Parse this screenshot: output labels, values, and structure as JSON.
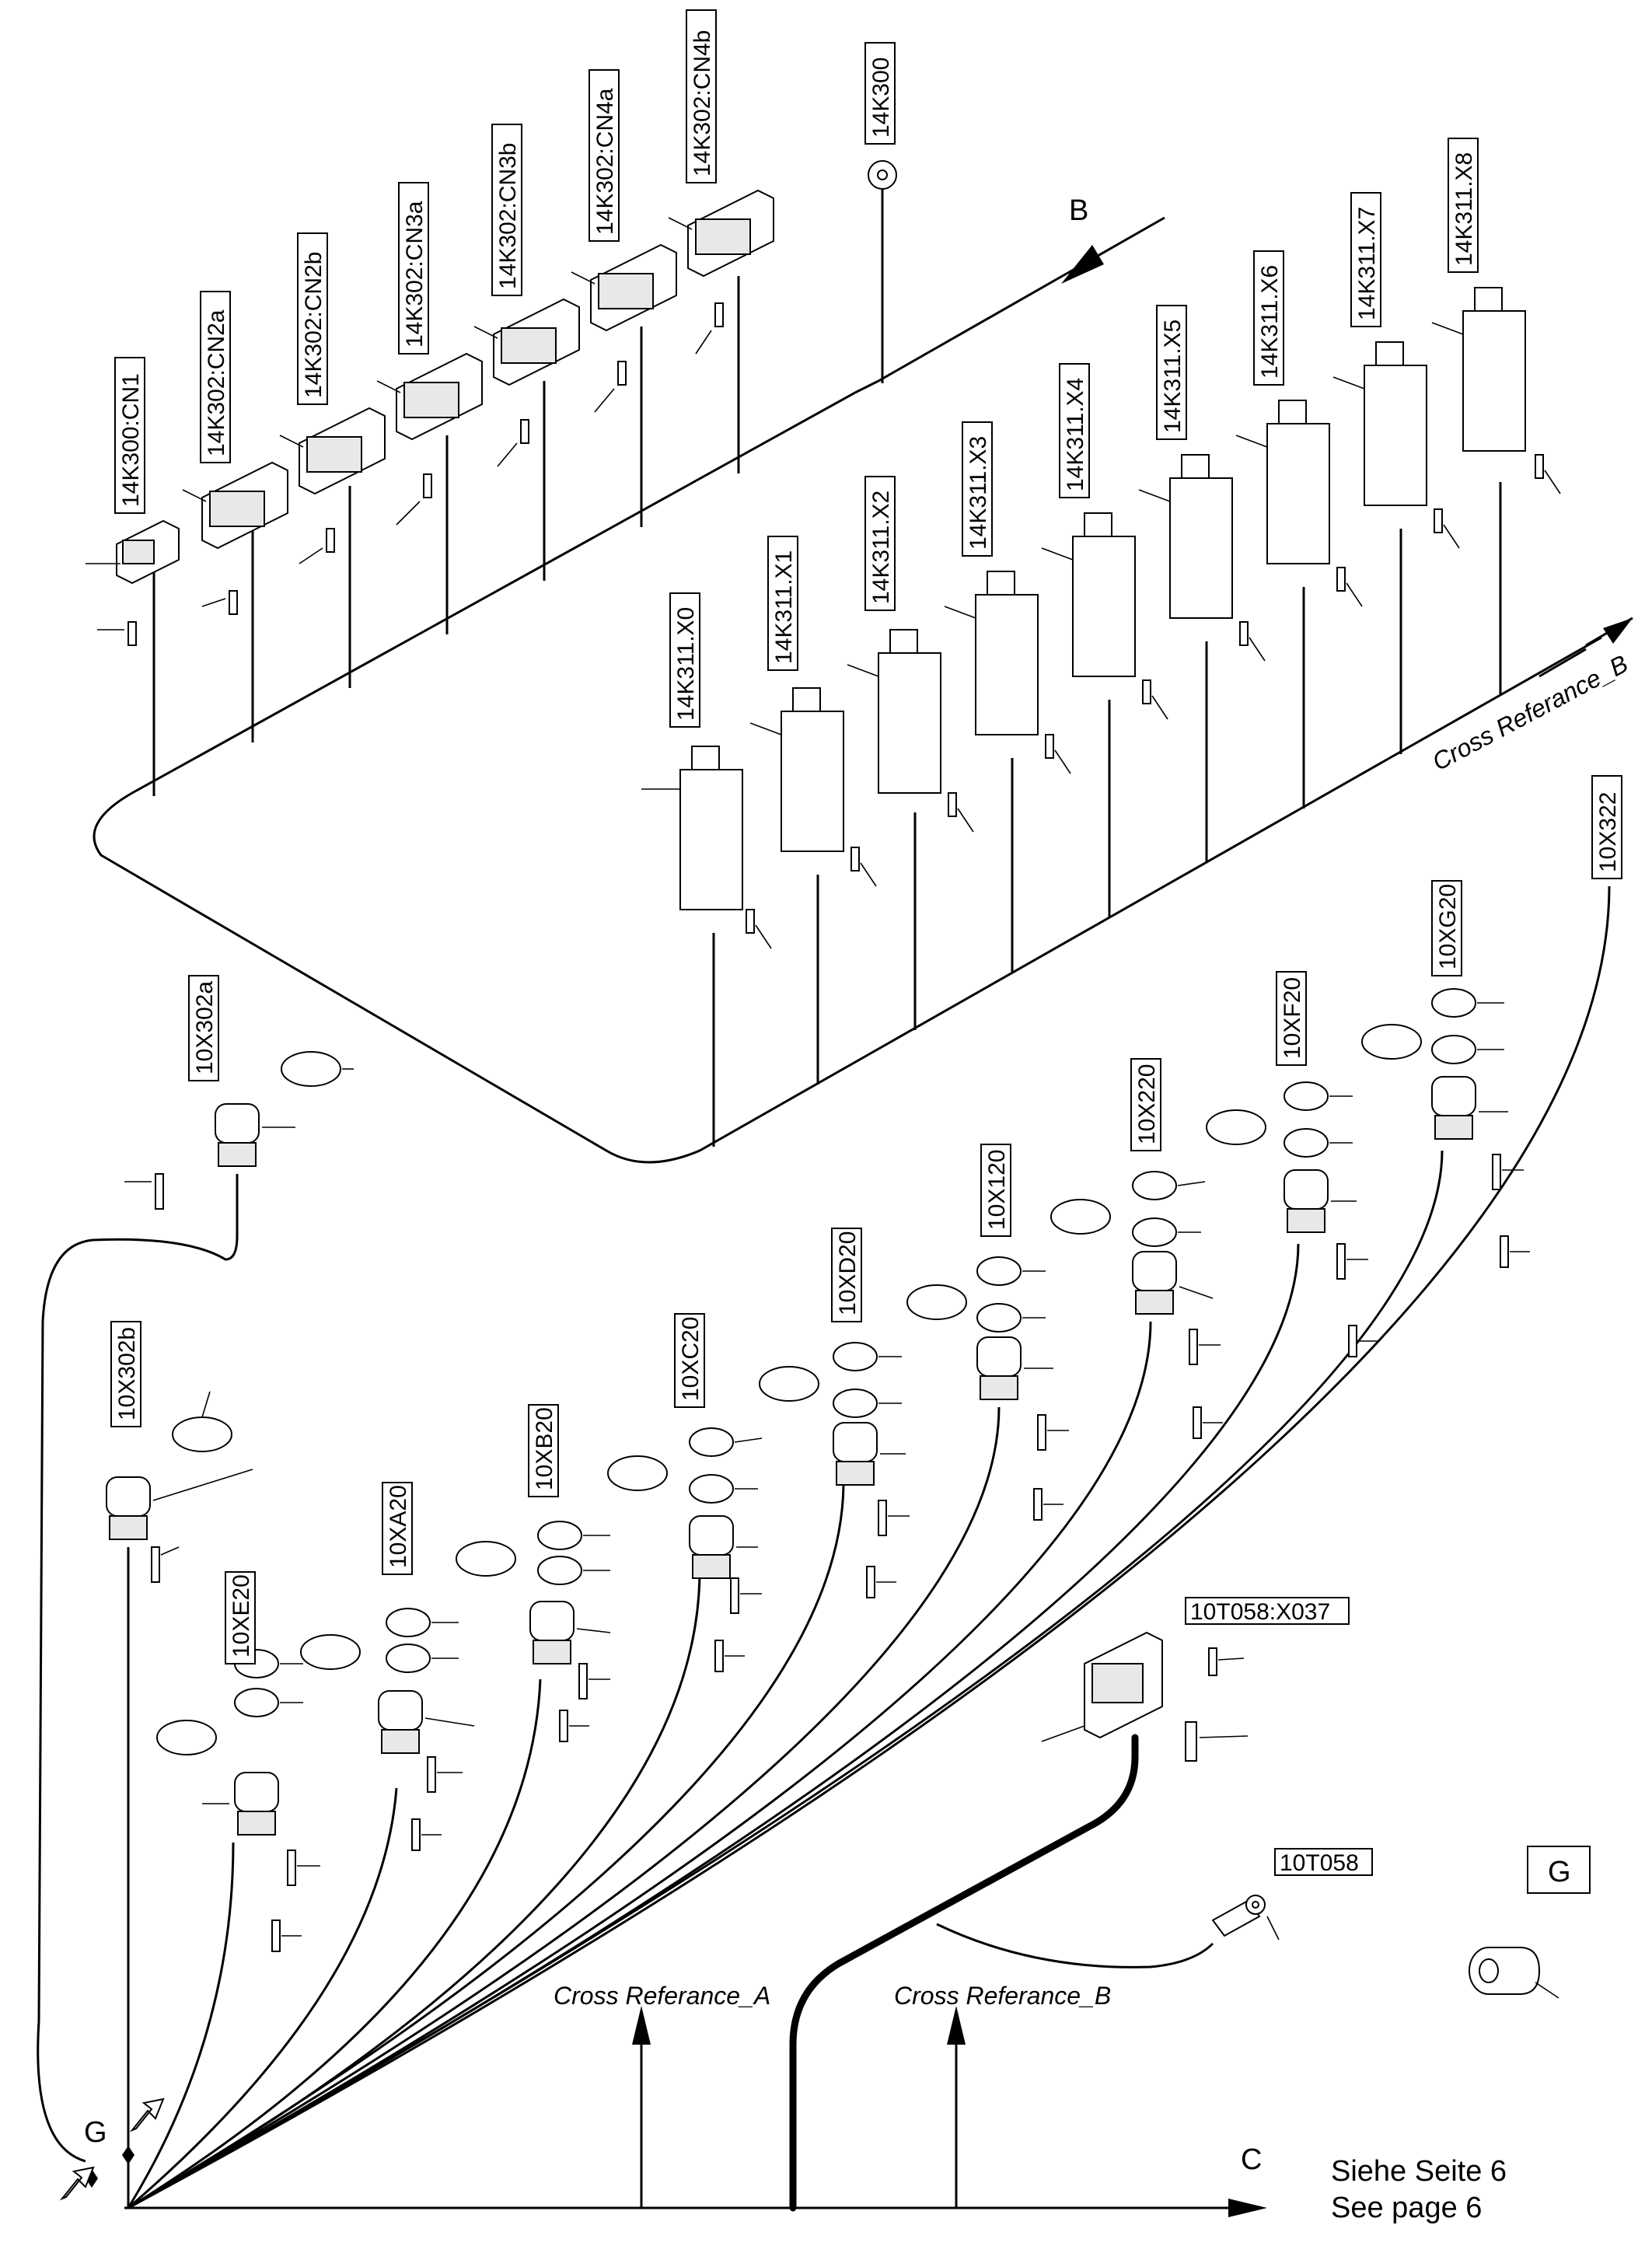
{
  "labels": {
    "cn1": "14K300:CN1",
    "cn2a": "14K302:CN2a",
    "cn2b": "14K302:CN2b",
    "cn3a": "14K302:CN3a",
    "cn3b": "14K302:CN3b",
    "cn4a": "14K302:CN4a",
    "cn4b": "14K302:CN4b",
    "k300": "14K300",
    "x0": "14K311.X0",
    "x1": "14K311.X1",
    "x2": "14K311.X2",
    "x3": "14K311.X3",
    "x4": "14K311.X4",
    "x5": "14K311.X5",
    "x6": "14K311.X6",
    "x7": "14K311.X7",
    "x8": "14K311.X8",
    "x302a": "10X302a",
    "x302b": "10X302b",
    "xe20": "10XE20",
    "xa20": "10XA20",
    "xb20": "10XB20",
    "xc20": "10XC20",
    "xd20": "10XD20",
    "x120": "10X120",
    "x220": "10X220",
    "xf20": "10XF20",
    "xg20": "10XG20",
    "x322": "10X322",
    "x037": "10T058:X037",
    "t058": "10T058",
    "g_box": "G"
  },
  "text": {
    "arrow_b": "B",
    "cross_ref_b_top": "Cross Referance_B",
    "cross_ref_a": "Cross Referance_A",
    "cross_ref_b": "Cross Referance_B",
    "arrow_c": "C",
    "g_marker": "G",
    "page_ref_de": "Siehe Seite 6",
    "page_ref_en": "See page 6"
  }
}
